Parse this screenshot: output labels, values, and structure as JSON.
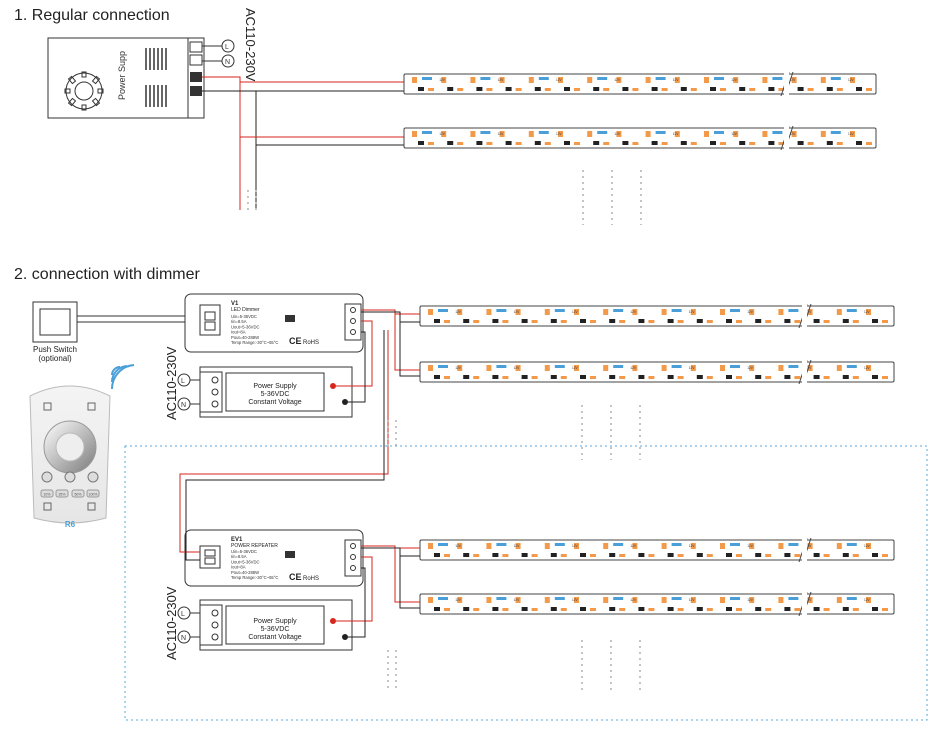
{
  "section1": {
    "title": "1. Regular connection"
  },
  "section2": {
    "title": "2. connection with dimmer"
  },
  "ac_label": "AC110-230V",
  "power_supply_top": {
    "label": "Power Supp"
  },
  "push_switch": {
    "label": "Push Switch",
    "sublabel": "(optional)"
  },
  "remote": {
    "label": "R6",
    "buttons": [
      "10%",
      "25%",
      "50%",
      "100%"
    ]
  },
  "dimmer": {
    "model": "V1",
    "name": "LED Dimmer",
    "specs": [
      "Uin=5-36VDC",
      "Iin=8.5A",
      "Uout=5-36VDC",
      "Iout=8A",
      "Pout=40-288W",
      "Temp Range:-30°C~55°C"
    ]
  },
  "repeater": {
    "model": "EV1",
    "name": "POWER REPEATER",
    "specs": [
      "Uin=5-36VDC",
      "Iin=8.5A",
      "Uout=5-36VDC",
      "Iout=8A",
      "Pout=40-288W",
      "Temp Range:-30°C~55°C"
    ]
  },
  "psu_box": {
    "lines": [
      "Power Supply",
      "5-36VDC",
      "Constant Voltage"
    ]
  },
  "cert": {
    "ce": "CE",
    "rohs": "RoHS"
  },
  "terminals": {
    "L": "L",
    "N": "N"
  },
  "strip_label": "12V",
  "colors": {
    "wire_red": "#d9261c",
    "wire_black": "#222222",
    "strip_orange": "#f39a4a",
    "dot_blue": "#4a9fd8",
    "dashed_blue": "#5aa9dc"
  }
}
